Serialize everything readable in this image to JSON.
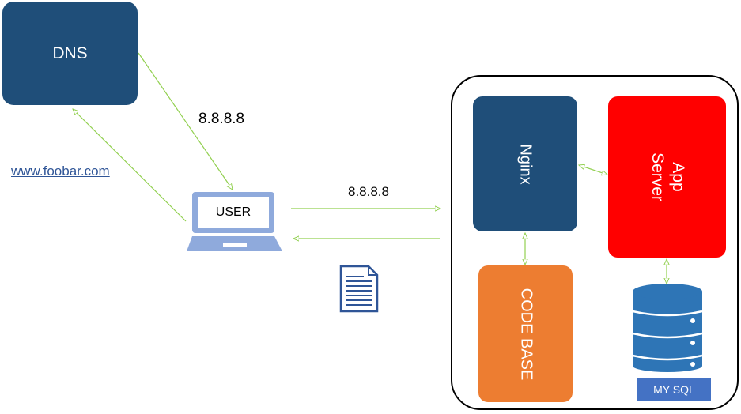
{
  "dns": {
    "label": "DNS"
  },
  "links": {
    "ip_top": "8.8.8.8",
    "ip_mid": "8.8.8.8",
    "domain": "www.foobar.com"
  },
  "user": {
    "label": "USER"
  },
  "server": {
    "nginx": "Nginx",
    "app_server": "App\nServer",
    "code_base": "CODE BASE",
    "database": "MY SQL"
  },
  "colors": {
    "dark_blue": "#1f4e79",
    "red": "#ff0000",
    "orange": "#ed7d31",
    "db_blue": "#4472c4",
    "icon_blue": "#8faadc",
    "arrow_green": "#92d050",
    "link_blue": "#2f5597"
  },
  "icons": {
    "user": "laptop-icon",
    "response": "document-icon",
    "database": "database-icon"
  }
}
